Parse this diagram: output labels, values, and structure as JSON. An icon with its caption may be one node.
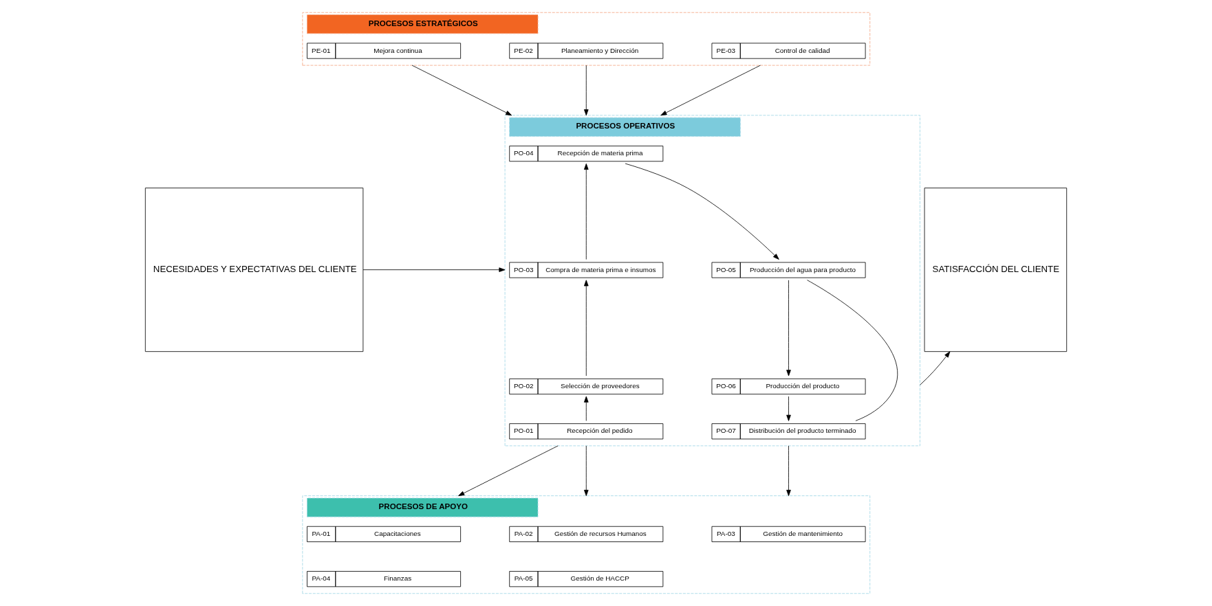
{
  "diagram": {
    "nodes": [
      {
        "text": [
          "NECESIDADES Y EXPECTATIVAS DEL CLIENTE"
        ]
      },
      {
        "text": [
          "PROCESOS ESTRATÉGICOS"
        ]
      },
      {
        "text": [
          "PE-01",
          "Mejora continua"
        ],
        "in": 1
      },
      {
        "text": [
          "PE-02",
          "Planeamiento y Dirección"
        ],
        "in": 1
      },
      {
        "text": [
          "PE-03",
          "Control de calidad"
        ],
        "in": 1
      },
      {
        "text": [
          "PROCESOS OPERATIVOS"
        ]
      },
      {
        "text": [
          "PO-04",
          "Recepción de materia prima"
        ],
        "in": 5
      },
      {
        "text": [
          "PO-03",
          "Compra de materia prima e insumos"
        ],
        "in": 5
      },
      {
        "text": [
          "PO-05",
          "Producción del agua para producto"
        ],
        "in": 5
      },
      {
        "text": [
          "PO-02",
          "Selección de proveedores"
        ],
        "in": 5
      },
      {
        "text": [
          "PO-06",
          "Producción del producto"
        ],
        "in": 5
      },
      {
        "text": [
          "PO-01",
          "Recepción del pedido"
        ],
        "in": 5
      },
      {
        "text": [
          "PO-07",
          "Distribución del producto terminado"
        ],
        "in": 5
      },
      {
        "text": [
          "PROCESOS DE APOYO"
        ]
      },
      {
        "text": [
          "PA-01",
          "Capacitaciones"
        ],
        "in": 13
      },
      {
        "text": [
          "PA-02",
          "Gestión de recursos Humanos"
        ],
        "in": 13
      },
      {
        "text": [
          "PA-03",
          "Gestión de mantenimiento"
        ],
        "in": 13
      },
      {
        "text": [
          "PA-04",
          "Finanzas"
        ],
        "in": 13
      },
      {
        "text": [
          "PA-05",
          "Gestión de HACCP"
        ],
        "in": 13
      },
      {
        "text": [
          "SATISFACCIÓN DEL CLIENTE"
        ]
      }
    ],
    "edges": [
      {
        "from": 0,
        "to": 5,
        "arrow": "to"
      },
      {
        "from": 1,
        "to": 5,
        "arrow": "to"
      },
      {
        "from": 1,
        "to": 5,
        "arrow": "to"
      },
      {
        "from": 1,
        "to": 5,
        "arrow": "to"
      },
      {
        "from": 5,
        "to": 13,
        "arrow": "to"
      },
      {
        "from": 5,
        "to": 13,
        "arrow": "to"
      },
      {
        "from": 5,
        "to": 13,
        "arrow": "to"
      },
      {
        "from": 5,
        "to": 19,
        "arrow": "to"
      },
      {
        "from": 11,
        "to": 9,
        "arrow": "to"
      },
      {
        "from": 9,
        "to": 7,
        "arrow": "to"
      },
      {
        "from": 7,
        "to": 6,
        "arrow": "to"
      },
      {
        "from": 6,
        "to": 8,
        "arrow": "to"
      },
      {
        "from": 8,
        "to": 10,
        "arrow": "to"
      },
      {
        "from": 10,
        "to": 12,
        "arrow": "to"
      },
      {
        "from": 8,
        "to": 12,
        "arrow": "none"
      }
    ]
  }
}
